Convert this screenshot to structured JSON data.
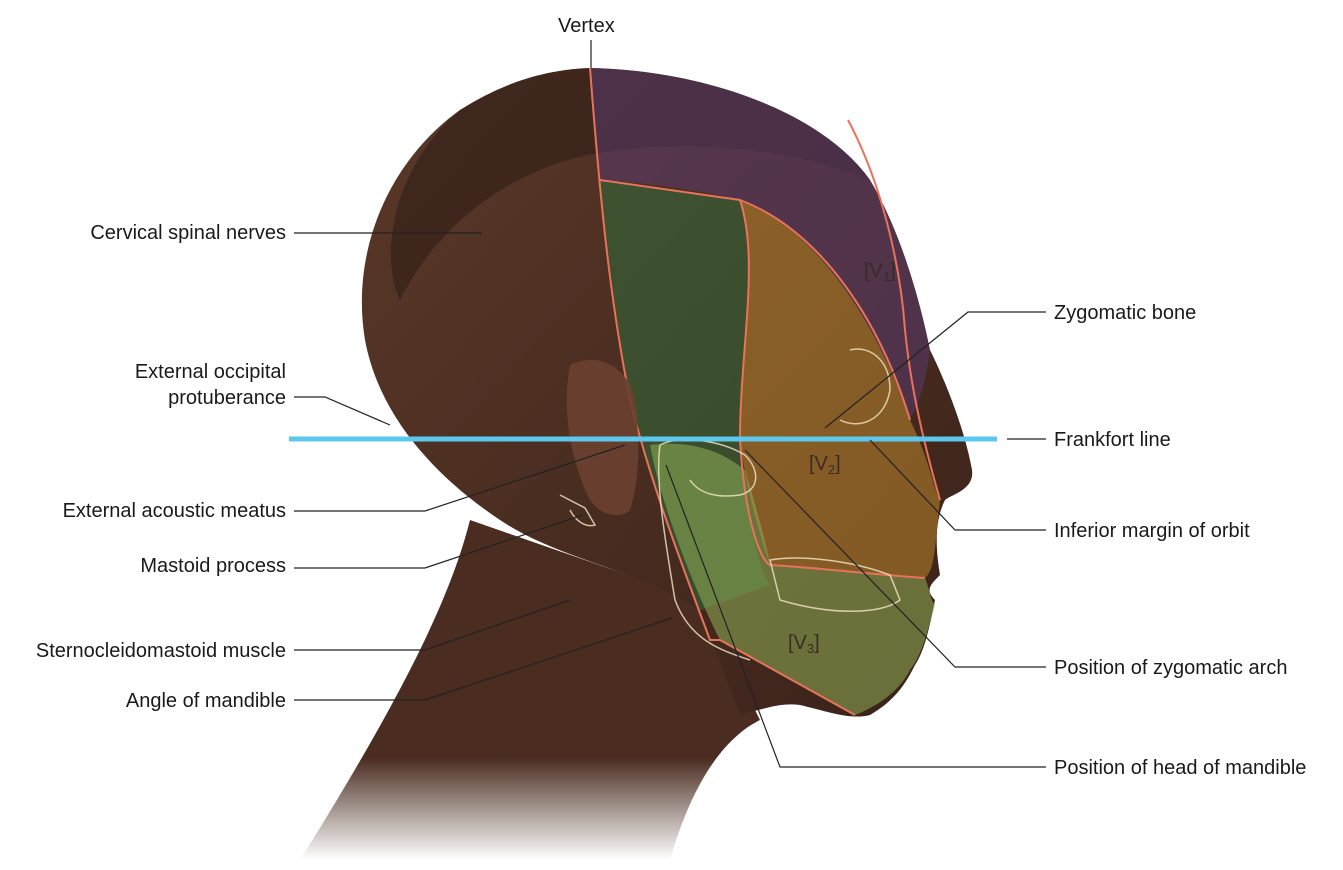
{
  "labels": {
    "vertex": "Vertex",
    "cervical_spinal_nerves": "Cervical spinal nerves",
    "external_occipital_line1": "External occipital",
    "external_occipital_line2": "protuberance",
    "external_acoustic_meatus": "External acoustic meatus",
    "mastoid_process": "Mastoid process",
    "sternocleidomastoid_muscle": "Sternocleidomastoid muscle",
    "angle_of_mandible": "Angle of mandible",
    "zygomatic_bone": "Zygomatic bone",
    "frankfort_line": "Frankfort line",
    "inferior_margin_of_orbit": "Inferior margin of orbit",
    "position_of_zygomatic_arch": "Position of zygomatic arch",
    "position_of_head_of_mandible": "Position of head of mandible"
  },
  "zones": {
    "v1": {
      "prefix": "[V",
      "sub": "1",
      "suffix": "]"
    },
    "v2": {
      "prefix": "[V",
      "sub": "2",
      "suffix": "]"
    },
    "v3": {
      "prefix": "[V",
      "sub": "3",
      "suffix": "]"
    }
  },
  "colors": {
    "skin": "#4a2e22",
    "hair": "#2b1c16",
    "cervical_zone": "#2f6b3a",
    "v1_zone": "#5a3a6e",
    "v2_zone": "#c8902e",
    "v3_zone": "#8fae55",
    "boundary_line": "#e8735a",
    "frankfort_line": "#5cc8ee",
    "leader_line": "#222222"
  }
}
